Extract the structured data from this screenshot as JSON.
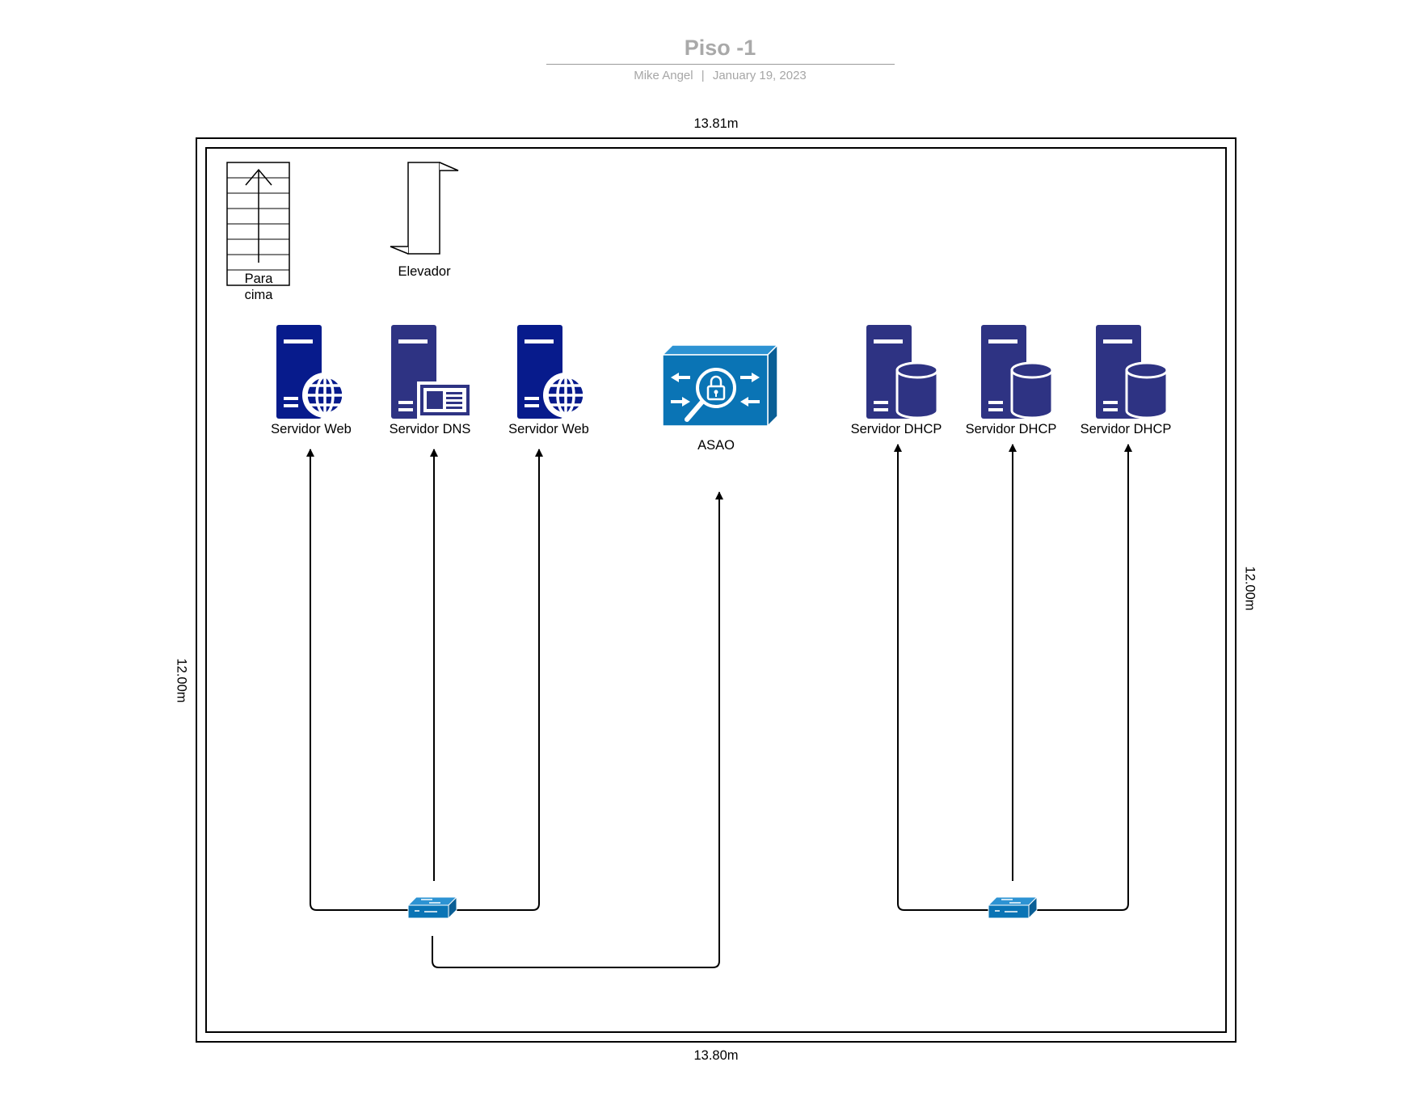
{
  "header": {
    "title": "Piso -1",
    "author": "Mike Angel",
    "separator": "|",
    "date": "January 19, 2023"
  },
  "dimensions": {
    "top": "13.81m",
    "bottom": "13.80m",
    "left": "12.00m",
    "right": "12.00m"
  },
  "fixtures": {
    "stairs_label": [
      "Para",
      "cima"
    ],
    "elevator_label": "Elevador"
  },
  "devices": [
    {
      "id": "web1",
      "label": "Servidor Web",
      "icon": "web-server-icon"
    },
    {
      "id": "dns",
      "label": "Servidor DNS",
      "icon": "dns-server-icon"
    },
    {
      "id": "web2",
      "label": "Servidor Web",
      "icon": "web-server-icon"
    },
    {
      "id": "asa",
      "label": "ASAO",
      "icon": "firewall-asa-icon"
    },
    {
      "id": "dhcp1",
      "label": "Servidor DHCP",
      "icon": "database-server-icon"
    },
    {
      "id": "dhcp2",
      "label": "Servidor DHCP",
      "icon": "database-server-icon"
    },
    {
      "id": "dhcp3",
      "label": "Servidor DHCP",
      "icon": "database-server-icon"
    }
  ],
  "colors": {
    "server_dark": "#2e3383",
    "server_blue": "#071b8c",
    "cisco_blue": "#0a74b5",
    "cisco_blue_light": "#2d93d3"
  }
}
